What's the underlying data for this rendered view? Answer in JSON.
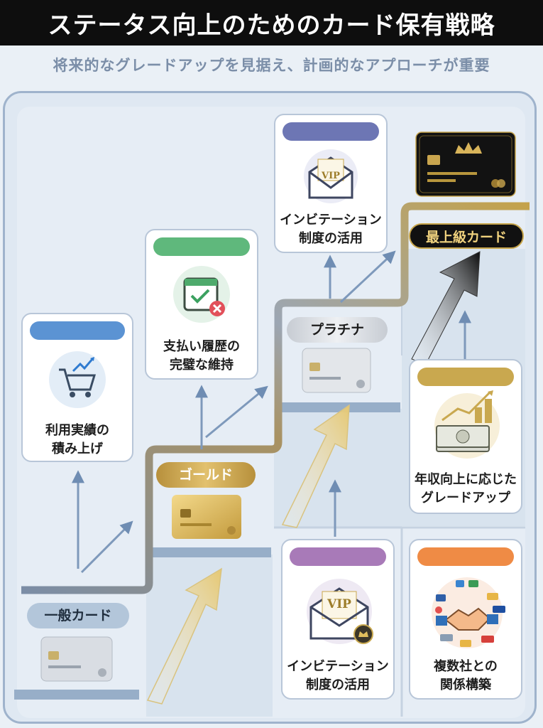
{
  "header": {
    "title": "ステータス向上のためのカード保有戦略",
    "subtitle": "将来的なグレードアップを見据え、計画的なアプローチが重要"
  },
  "levels": [
    {
      "label": "一般カード",
      "color": "#a9bed5"
    },
    {
      "label": "ゴールド",
      "color": "#c8a24a"
    },
    {
      "label": "プラチナ",
      "color": "#d4d9de"
    },
    {
      "label": "最上級カード",
      "color": "#151515"
    }
  ],
  "cards": {
    "usage": {
      "label_line1": "利用実績の",
      "label_line2": "積み上げ",
      "tab_color": "#5b93d3",
      "icon": "shopping-cart-icon"
    },
    "payment": {
      "label_line1": "支払い履歴の",
      "label_line2": "完璧な維持",
      "tab_color": "#5fb87c",
      "icon": "calendar-check-icon"
    },
    "invitation_top": {
      "label_line1": "インビテーション",
      "label_line2": "制度の活用",
      "tab_color": "#6d76b4",
      "icon": "vip-envelope-icon",
      "badge": "VIP"
    },
    "income": {
      "label_line1": "年収向上に応じた",
      "label_line2": "グレードアップ",
      "tab_color": "#c9a84f",
      "icon": "money-growth-icon"
    },
    "invitation_bottom": {
      "label_line1": "インビテーション",
      "label_line2": "制度の活用",
      "tab_color": "#a87ab8",
      "icon": "vip-envelope-icon",
      "badge": "VIP"
    },
    "relationships": {
      "label_line1": "複数社との",
      "label_line2": "関係構築",
      "tab_color": "#ef8b45",
      "icon": "handshake-network-icon"
    }
  }
}
